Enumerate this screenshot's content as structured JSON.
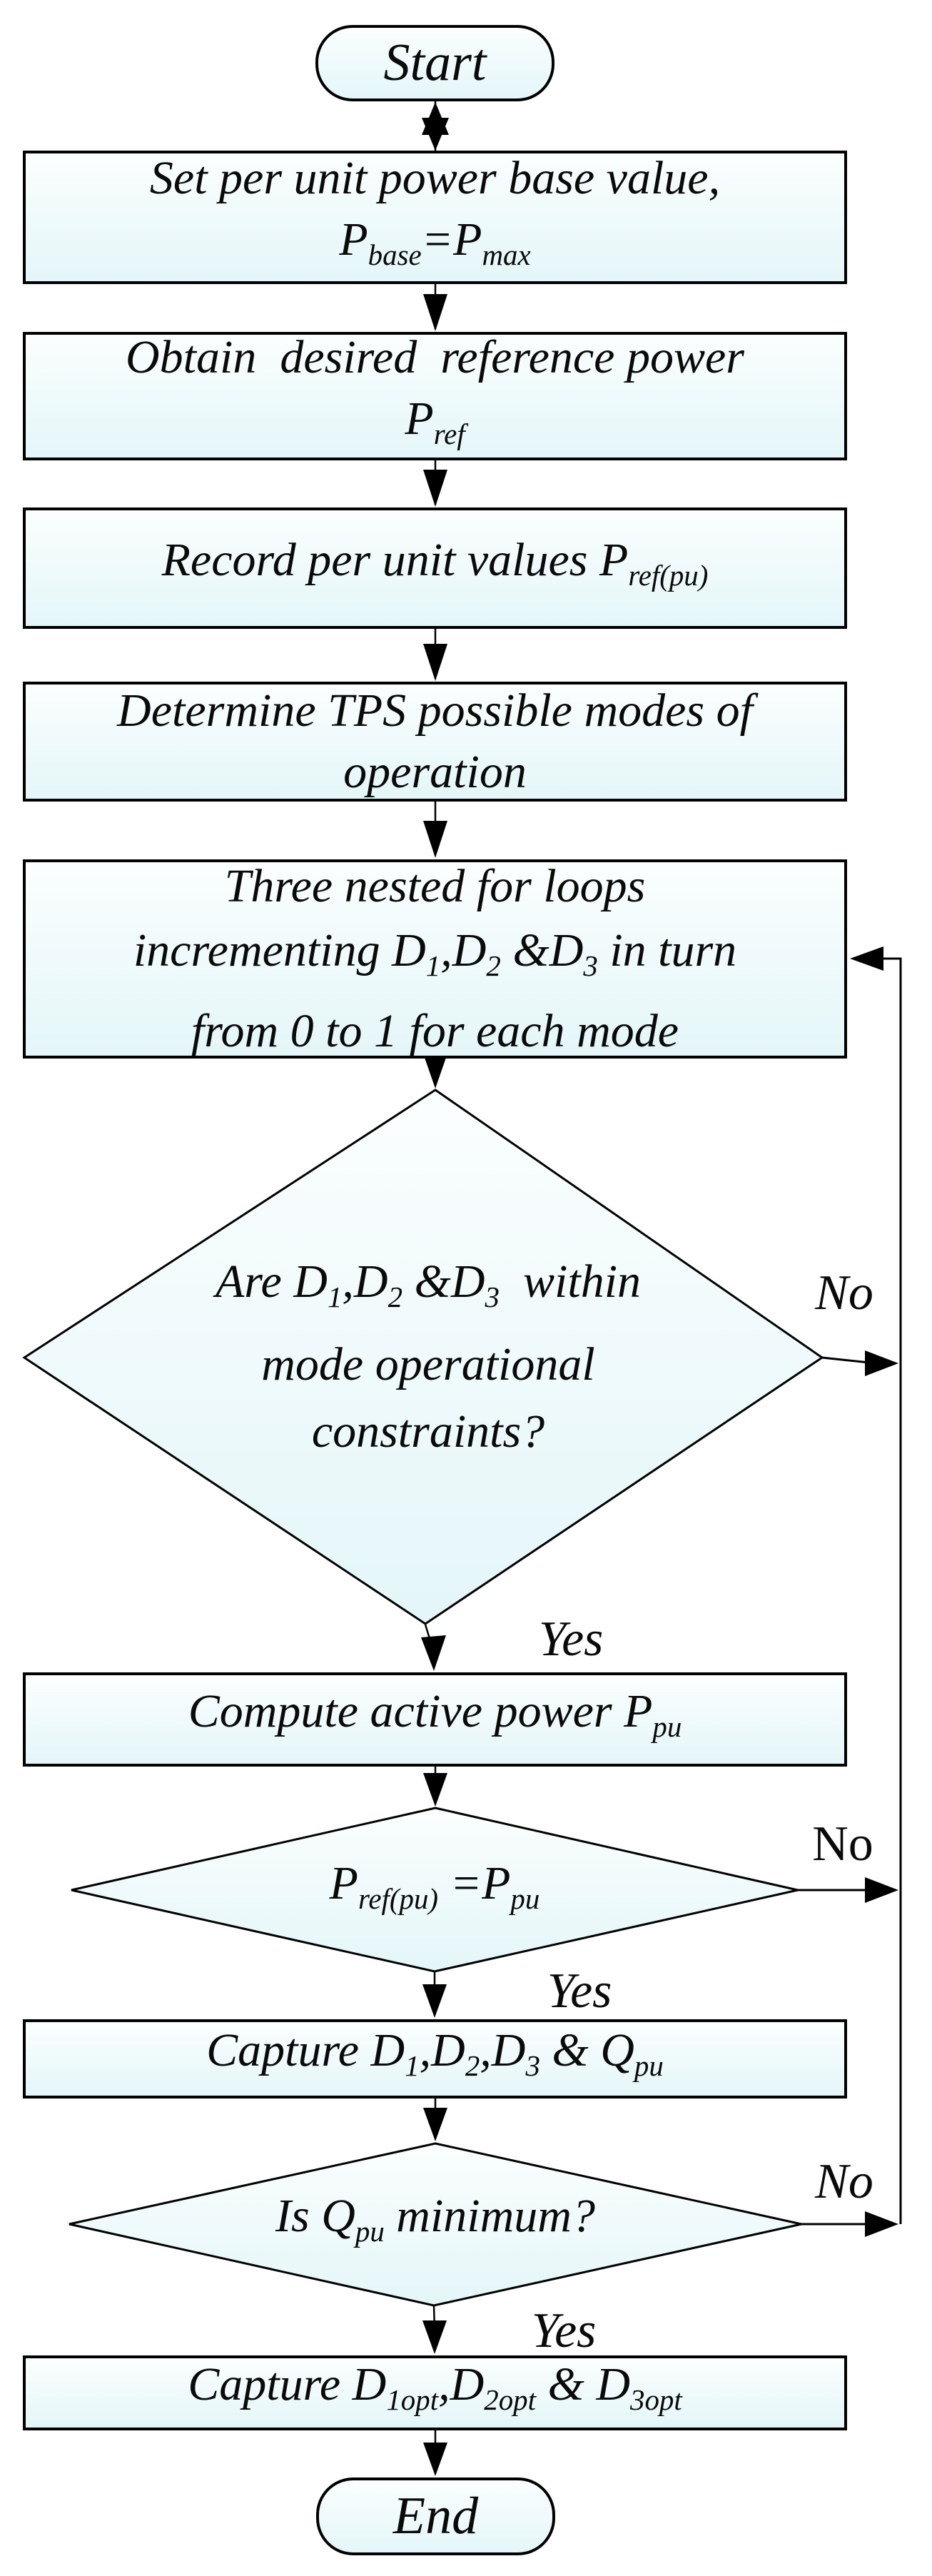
{
  "colors": {
    "background": "#ffffff",
    "stroke": "#000000",
    "shape_fill_top": "#fbfefe",
    "shape_fill_bottom": "#e4f6f9",
    "text": "#0a0a0a"
  },
  "nodes": {
    "start": {
      "label": "Start"
    },
    "set_base": {
      "lines": [
        [
          "Set per unit power base value,"
        ],
        [
          "P",
          {
            "sub": "base"
          },
          "=P",
          {
            "sub": "max"
          }
        ]
      ]
    },
    "obtain_ref": {
      "lines": [
        [
          "Obtain  desired  reference power"
        ],
        [
          "P",
          {
            "sub": "ref"
          }
        ]
      ]
    },
    "record_pu": {
      "lines": [
        [
          "Record per unit values P",
          {
            "sub": "ref(pu)"
          }
        ]
      ]
    },
    "determine_modes": {
      "lines": [
        [
          "Determine TPS possible modes of"
        ],
        [
          "operation"
        ]
      ]
    },
    "nested_loops": {
      "lines": [
        [
          "Three nested for loops"
        ],
        [
          "incrementing D",
          {
            "sub": "1"
          },
          ",D",
          {
            "sub": "2"
          },
          " &D",
          {
            "sub": "3"
          },
          " in turn"
        ],
        [
          "from 0 to 1 for each mode"
        ]
      ]
    },
    "constraints_check": {
      "lines": [
        [
          "Are D",
          {
            "sub": "1"
          },
          ",D",
          {
            "sub": "2"
          },
          " &D",
          {
            "sub": "3"
          },
          "  within"
        ],
        [
          "mode operational"
        ],
        [
          "constraints?"
        ]
      ],
      "no_label": "No",
      "yes_label": "Yes"
    },
    "compute_power": {
      "lines": [
        [
          "Compute active power P",
          {
            "sub": "pu"
          }
        ]
      ]
    },
    "power_match_check": {
      "lines": [
        [
          "P",
          {
            "sub": "ref(pu)"
          },
          " =P",
          {
            "sub": "pu"
          }
        ]
      ],
      "no_label": "No",
      "yes_label": "Yes"
    },
    "capture_q": {
      "lines": [
        [
          "Capture D",
          {
            "sub": "1"
          },
          ",D",
          {
            "sub": "2"
          },
          ",D",
          {
            "sub": "3"
          },
          " & Q",
          {
            "sub": "pu"
          }
        ]
      ]
    },
    "q_min_check": {
      "lines": [
        [
          "Is Q",
          {
            "sub": "pu"
          },
          " minimum?"
        ]
      ],
      "no_label": "No",
      "yes_label": "Yes"
    },
    "capture_opt": {
      "lines": [
        [
          "Capture D",
          {
            "sub": "1opt"
          },
          ",D",
          {
            "sub": "2opt"
          },
          " & D",
          {
            "sub": "3opt"
          }
        ]
      ]
    },
    "end": {
      "label": "End"
    }
  }
}
